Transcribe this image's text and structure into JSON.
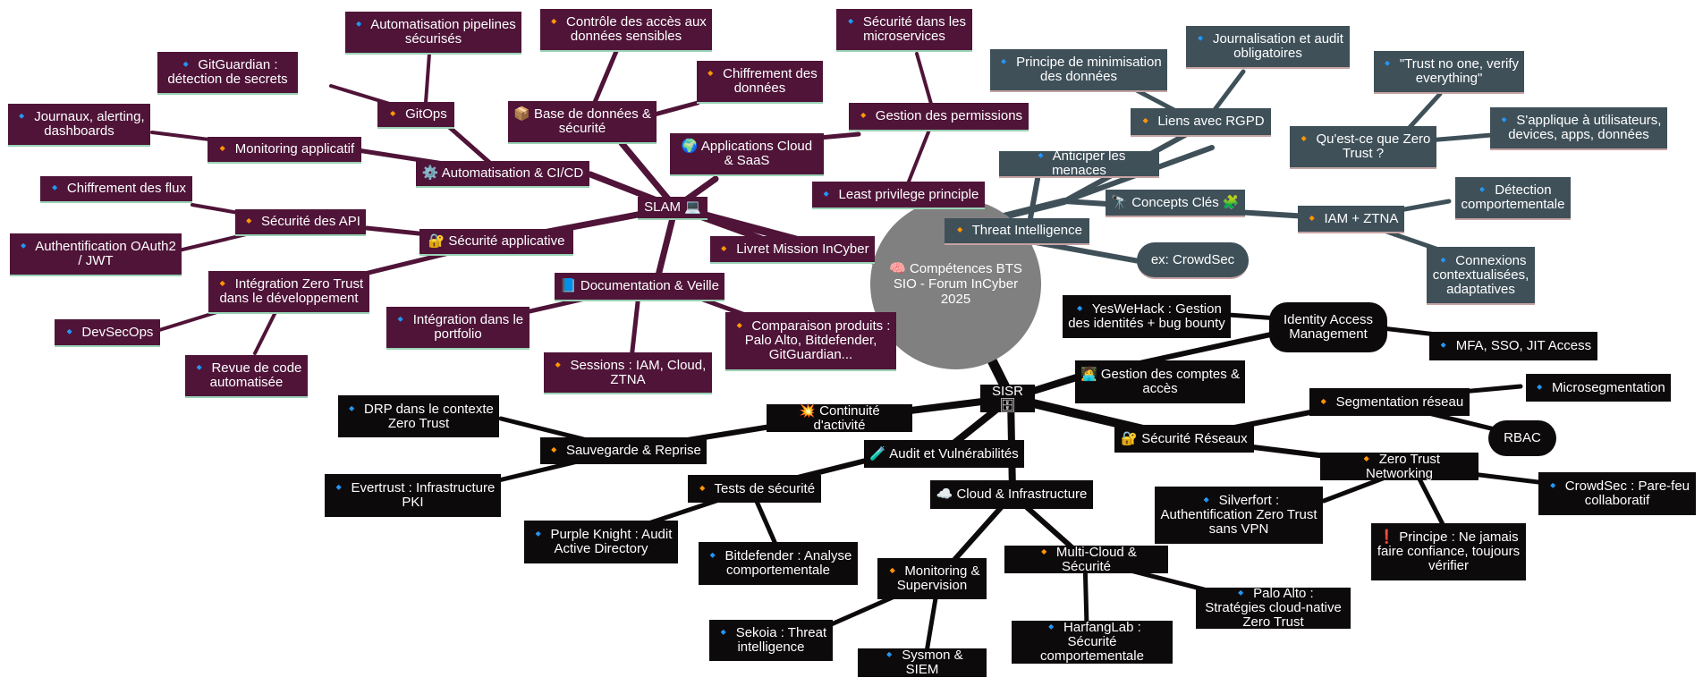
{
  "center": {
    "label": "🧠 Compétences BTS SIO - Forum InCyber 2025"
  },
  "slam": {
    "root": "SLAM 💻",
    "automatisation": "⚙️ Automatisation & CI/CD",
    "gitops": "🔸 GitOps",
    "pipelines": "🔹 Automatisation pipelines sécurisés",
    "gitguardian": "🔹 GitGuardian : détection de secrets",
    "monitoring_app": "🔸 Monitoring applicatif",
    "journaux": "🔹 Journaux, alerting, dashboards",
    "securite_app": "🔐 Sécurité applicative",
    "securite_api": "🔸 Sécurité des API",
    "chiffrement_flux": "🔹 Chiffrement des flux",
    "oauth": "🔹 Authentification OAuth2 / JWT",
    "integration_zt": "🔸 Intégration Zero Trust dans le développement",
    "devsecops": "🔹 DevSecOps",
    "revue_code": "🔹 Revue de code automatisée",
    "bdd": "📦 Base de données & sécurité",
    "controle_acces": "🔸 Contrôle des accès aux données sensibles",
    "chiffrement_donnees": "🔸 Chiffrement des données",
    "cloud_saas": "🌍 Applications Cloud & SaaS",
    "gestion_permissions": "🔸 Gestion des permissions",
    "microservices": "🔹 Sécurité dans les microservices",
    "least_privilege": "🔹 Least privilege principle",
    "documentation": "📘 Documentation & Veille",
    "livret": "🔸 Livret Mission InCyber",
    "portfolio": "🔹 Intégration dans le portfolio",
    "sessions": "🔸 Sessions : IAM, Cloud, ZTNA",
    "comparaison": "🔸 Comparaison produits : Palo Alto, Bitdefender, GitGuardian..."
  },
  "concepts": {
    "root": "🔭 Concepts Clés 🧩",
    "rgpd": "🔸 Liens avec RGPD",
    "minimisation": "🔹 Principe de minimisation des données",
    "journalisation": "🔹 Journalisation et audit obligatoires",
    "zt_def": "🔸 Qu'est-ce que Zero Trust ?",
    "trust": "🔹 \"Trust no one, verify everything\"",
    "applique": "🔹 S'applique à utilisateurs, devices, apps, données",
    "iam_ztna": "🔸 IAM + ZTNA",
    "detection": "🔹 Détection comportementale",
    "connexions": "🔹 Connexions contextualisées, adaptatives",
    "threat": "🔸 Threat Intelligence",
    "anticiper": "🔹 Anticiper les menaces",
    "crowdsec": "ex: CrowdSec"
  },
  "sisr": {
    "root": "SISR 🗄",
    "iam": "Identity Access Management",
    "yeswehack": "🔹 YesWeHack : Gestion des identités + bug bounty",
    "mfa": "🔹 MFA, SSO, JIT Access",
    "gestion_comptes": "🧑‍💻 Gestion des comptes & accès",
    "securite_reseaux": "🔐 Sécurité Réseaux",
    "segmentation": "🔸 Segmentation réseau",
    "microseg": "🔹 Microsegmentation",
    "rbac": "RBAC",
    "ztn": "🔸 Zero Trust Networking",
    "crowdsec_fw": "🔹 CrowdSec : Pare-feu collaboratif",
    "principe": "❗ Principe : Ne jamais faire confiance, toujours vérifier",
    "silverfort": "🔹 Silverfort : Authentification Zero Trust sans VPN",
    "continuite": "💥 Continuité d'activité",
    "sauvegarde": "🔸 Sauvegarde & Reprise",
    "drp": "🔹 DRP dans le contexte Zero Trust",
    "evertrust": "🔹 Evertrust : Infrastructure PKI",
    "audit": "🧪 Audit et Vulnérabilités",
    "tests": "🔸 Tests de sécurité",
    "purple": "🔹 Purple Knight : Audit Active Directory",
    "bitdefender": "🔹 Bitdefender : Analyse comportementale",
    "cloud_infra": "☁️ Cloud & Infrastructure",
    "monitoring_sup": "🔸 Monitoring & Supervision",
    "sekoia": "🔹 Sekoia : Threat intelligence",
    "sysmon": "🔹 Sysmon & SIEM",
    "multicloud": "🔸 Multi-Cloud & Sécurité",
    "harfang": "🔹 HarfangLab : Sécurité comportementale",
    "paloalto": "🔹 Palo Alto : Stratégies cloud-native Zero Trust"
  },
  "colors": {
    "slam": "#4f1438",
    "concepts": "#3f5059",
    "sisr": "#0d0a0b",
    "center": "#808080"
  }
}
